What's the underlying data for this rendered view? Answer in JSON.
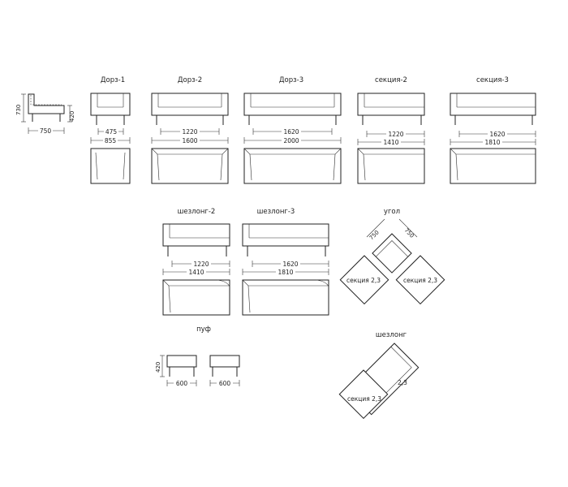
{
  "side_view": {
    "height_total": "730",
    "height_seat": "420",
    "depth": "750"
  },
  "modules": {
    "dorz1": {
      "label": "Дорз-1",
      "inner": "475",
      "outer": "855"
    },
    "dorz2": {
      "label": "Дорз-2",
      "inner": "1220",
      "outer": "1600"
    },
    "dorz3": {
      "label": "Дорз-3",
      "inner": "1620",
      "outer": "2000"
    },
    "sek2": {
      "label": "секция-2",
      "inner": "1220",
      "outer": "1410"
    },
    "sek3": {
      "label": "секция-3",
      "inner": "1620",
      "outer": "1810"
    },
    "shez2": {
      "label": "шезлонг-2",
      "inner": "1220",
      "outer": "1410"
    },
    "shez3": {
      "label": "шезлонг-3",
      "inner": "1620",
      "outer": "1810"
    }
  },
  "corner": {
    "label": "угол",
    "dim_a": "750",
    "dim_b": "750",
    "left_label": "секция 2,3",
    "right_label": "секция 2,3"
  },
  "pouf": {
    "label": "пуф",
    "height": "420",
    "width_a": "600",
    "width_b": "600"
  },
  "shezlong_combo": {
    "label": "шезлонг",
    "long_label": "2,3",
    "sec_label": "секция 2,3"
  }
}
